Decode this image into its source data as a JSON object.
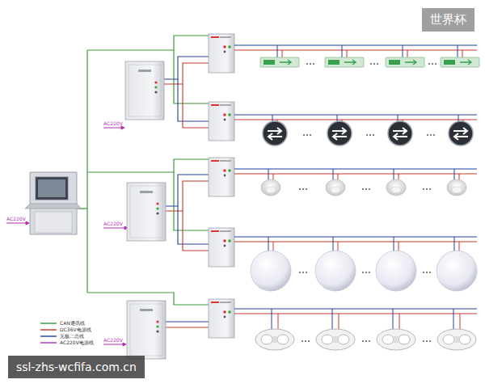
{
  "diagram": {
    "labels": [
      "世界杯",
      "AC220V",
      "AC220V",
      "AC220V",
      "AC220V",
      "ssl-zhs-wcfifa.com.cn"
    ],
    "legend": [
      {
        "text": "CAN通讯线"
      },
      {
        "text": "DC36V电源线"
      },
      {
        "text": "无极二总线"
      },
      {
        "text": "AC220V电源线"
      }
    ]
  }
}
